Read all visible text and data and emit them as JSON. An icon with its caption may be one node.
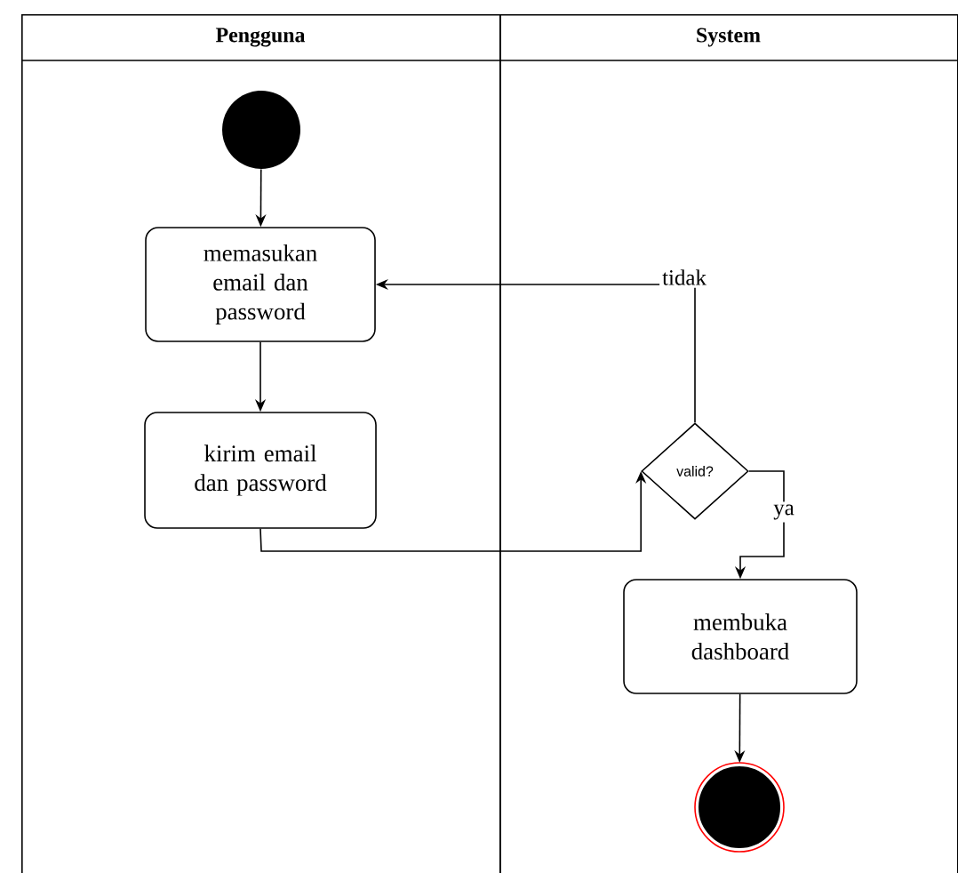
{
  "diagram": {
    "nodes": [
      {
        "text": [
          "Pengguna"
        ]
      },
      {
        "text": [
          "System"
        ]
      },
      {
        "text": [],
        "shape": "circle",
        "in": 0
      },
      {
        "text": [
          "memasukan email dan password"
        ],
        "in": 0
      },
      {
        "text": [
          "kirim email dan password"
        ],
        "in": 0
      },
      {
        "text": [
          "valid?"
        ],
        "in": 1
      },
      {
        "text": [
          "membuka dashboard"
        ],
        "in": 1
      },
      {
        "text": [],
        "shape": "circle",
        "in": 1
      }
    ],
    "edges": [
      {
        "from": 2,
        "to": 3,
        "arrow": "to"
      },
      {
        "from": 3,
        "to": 4,
        "arrow": "to"
      },
      {
        "from": 4,
        "to": 5,
        "arrow": "to"
      },
      {
        "from": 5,
        "to": 3,
        "arrow": "to",
        "label": "tidak"
      },
      {
        "from": 5,
        "to": 6,
        "arrow": "to",
        "label": "ya"
      },
      {
        "from": 6,
        "to": 7,
        "arrow": "to"
      }
    ]
  }
}
